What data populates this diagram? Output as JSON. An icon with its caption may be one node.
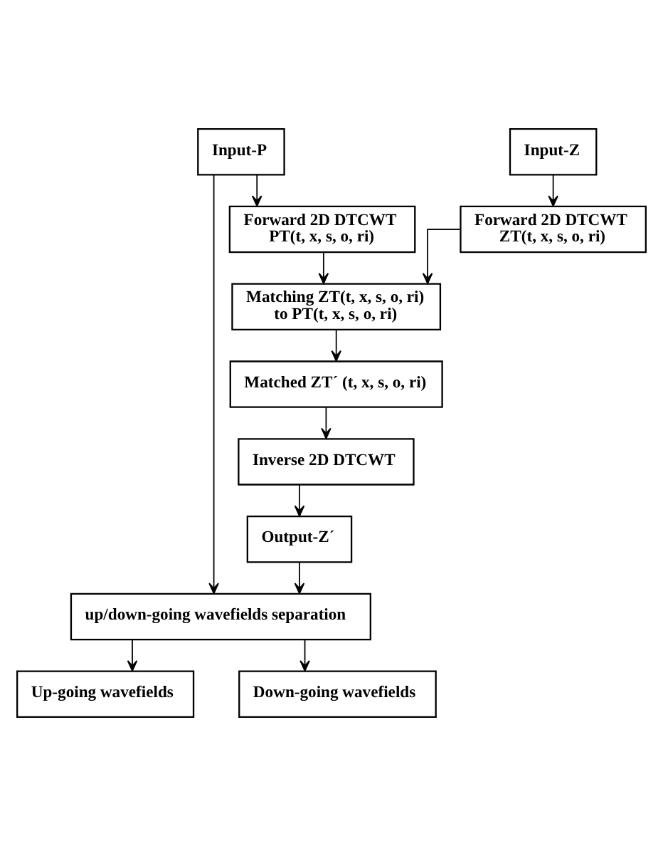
{
  "diagram": {
    "nodes": [
      {
        "text": [
          "Input-P"
        ]
      },
      {
        "text": [
          "Input-Z"
        ]
      },
      {
        "text": [
          "Forward 2D DTCWT PT(t, x, s, o, ri)"
        ]
      },
      {
        "text": [
          "Forward 2D DTCWT ZT(t, x, s, o, ri)"
        ]
      },
      {
        "text": [
          "Matching ZT(t, x, s, o, ri) to PT(t, x, s, o, ri)"
        ]
      },
      {
        "text": [
          "Matched ZT´ (t, x, s, o, ri)"
        ]
      },
      {
        "text": [
          "Inverse 2D DTCWT"
        ]
      },
      {
        "text": [
          "Output-Z´"
        ]
      },
      {
        "text": [
          "up/down-going wavefields separation"
        ]
      },
      {
        "text": [
          "Up-going wavefields"
        ]
      },
      {
        "text": [
          "Down-going wavefields"
        ]
      }
    ],
    "edges": [
      {
        "from": 0,
        "to": 2,
        "arrow": "to"
      },
      {
        "from": 1,
        "to": 3,
        "arrow": "to"
      },
      {
        "from": 2,
        "to": 4,
        "arrow": "to"
      },
      {
        "from": 3,
        "to": 4,
        "arrow": "to"
      },
      {
        "from": 4,
        "to": 5,
        "arrow": "to"
      },
      {
        "from": 5,
        "to": 6,
        "arrow": "to"
      },
      {
        "from": 6,
        "to": 7,
        "arrow": "to"
      },
      {
        "from": 7,
        "to": 8,
        "arrow": "to"
      },
      {
        "from": 0,
        "to": 8,
        "arrow": "to"
      },
      {
        "from": 8,
        "to": 9,
        "arrow": "to"
      },
      {
        "from": 8,
        "to": 10,
        "arrow": "to"
      }
    ]
  }
}
